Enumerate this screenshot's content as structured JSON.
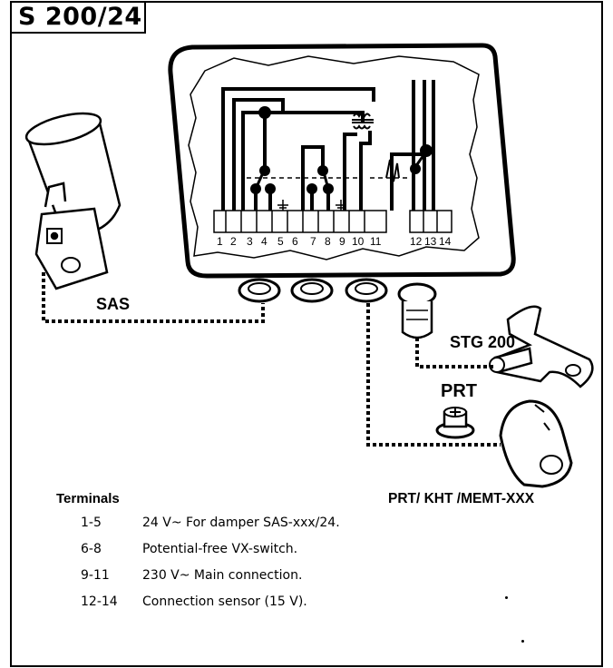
{
  "title": "S 200/24",
  "devices": {
    "sas": "SAS",
    "stg": "STG 200",
    "prt": "PRT",
    "prt_group": "PRT/ KHT /MEMT-XXX"
  },
  "terminal_numbers": [
    "1",
    "2",
    "3",
    "4",
    "5",
    "6",
    "7",
    "8",
    "9",
    "10",
    "11",
    "12",
    "13",
    "14"
  ],
  "terminals": {
    "heading": "Terminals",
    "rows": [
      {
        "range": "1-5",
        "description": "24 V~ For damper SAS-xxx/24."
      },
      {
        "range": "6-8",
        "description": "Potential-free VX-switch."
      },
      {
        "range": "9-11",
        "description": "230 V~ Main connection."
      },
      {
        "range": "12-14",
        "description": "Connection sensor (15 V)."
      }
    ]
  }
}
